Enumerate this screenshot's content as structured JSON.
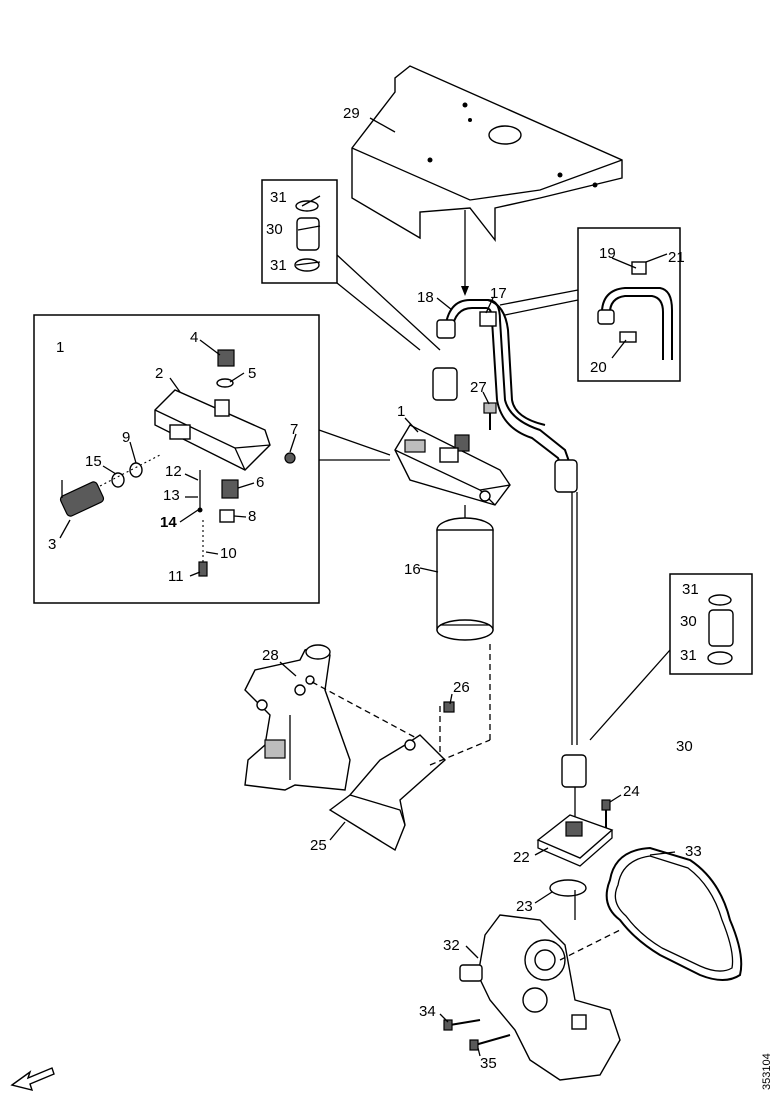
{
  "labels": {
    "l1a": "1",
    "l1b": "1",
    "l2": "2",
    "l3": "3",
    "l4": "4",
    "l5": "5",
    "l6": "6",
    "l7": "7",
    "l8": "8",
    "l9": "9",
    "l10": "10",
    "l11": "11",
    "l12": "12",
    "l13": "13",
    "l14": "14",
    "l15": "15",
    "l16": "16",
    "l17": "17",
    "l18": "18",
    "l19": "19",
    "l20": "20",
    "l21": "21",
    "l22": "22",
    "l23": "23",
    "l24": "24",
    "l25": "25",
    "l26": "26",
    "l27": "27",
    "l28": "28",
    "l29": "29",
    "l30a": "30",
    "l30b": "30",
    "l30c": "30",
    "l31a": "31",
    "l31b": "31",
    "l31c": "31",
    "l31d": "31",
    "l32": "32",
    "l33": "33",
    "l34": "34",
    "l35": "35"
  },
  "drawing_code": "353104"
}
